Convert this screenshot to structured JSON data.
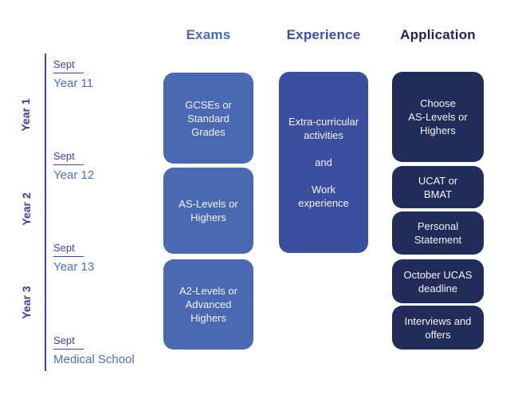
{
  "colors": {
    "exams_box": "#4a69b2",
    "experience_box": "#3c4f9f",
    "application_box": "#212c59",
    "timeline_dark": "#3a479b",
    "timeline_light": "#4b70bc",
    "box_text": "#f2f3f8"
  },
  "headers": {
    "exams": "Exams",
    "experience": "Experience",
    "application": "Application"
  },
  "timeline": {
    "markers": [
      {
        "month": "Sept",
        "label": "Year 11"
      },
      {
        "month": "Sept",
        "label": "Year 12"
      },
      {
        "month": "Sept",
        "label": "Year 13"
      },
      {
        "month": "Sept",
        "label": "Medical School"
      }
    ],
    "years": [
      {
        "label": "Year 1"
      },
      {
        "label": "Year 2"
      },
      {
        "label": "Year 3"
      }
    ]
  },
  "columns": {
    "exams": [
      {
        "text": "GCSEs or\nStandard\nGrades"
      },
      {
        "text": "AS-Levels or\nHighers"
      },
      {
        "text": "A2-Levels or\nAdvanced\nHighers"
      }
    ],
    "experience": [
      {
        "text": "Extra-curricular\nactivities\n\nand\n\nWork\nexperience"
      }
    ],
    "application": [
      {
        "text": "Choose\nAS-Levels or\nHighers"
      },
      {
        "text": "UCAT or\nBMAT"
      },
      {
        "text": "Personal\nStatement"
      },
      {
        "text": "October UCAS\ndeadline"
      },
      {
        "text": "Interviews and\noffers"
      }
    ]
  }
}
